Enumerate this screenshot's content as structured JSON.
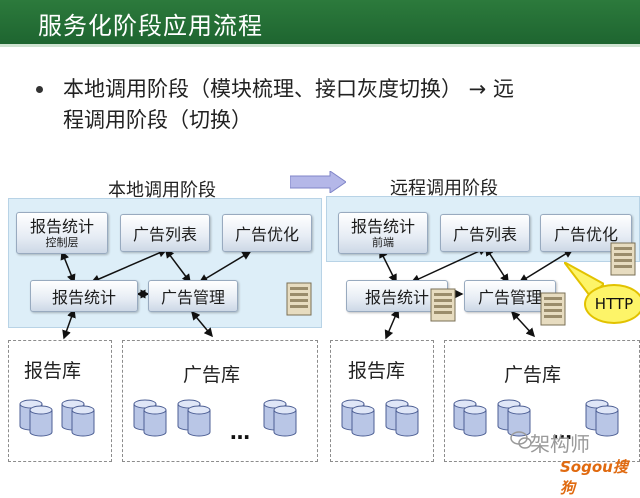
{
  "header": {
    "title": "服务化阶段应用流程"
  },
  "bullet": {
    "line1": "本地调用阶段（模块梳理、接口灰度切换） → 远",
    "line2": "程调用阶段（切换）"
  },
  "local": {
    "label": "本地调用阶段",
    "nodes": {
      "report_stats_control_main": "报告统计",
      "report_stats_control_sub": "控制层",
      "ad_list": "广告列表",
      "ad_optimize": "广告优化",
      "report_stats": "报告统计",
      "ad_manage": "广告管理"
    },
    "report_db": "报告库",
    "ad_db": "广告库",
    "ellipsis": "…"
  },
  "remote": {
    "label": "远程调用阶段",
    "nodes": {
      "report_stats_front_main": "报告统计",
      "report_stats_front_sub": "前端",
      "ad_list": "广告列表",
      "ad_optimize": "广告优化",
      "report_stats": "报告统计",
      "ad_manage": "广告管理"
    },
    "report_db": "报告库",
    "ad_db": "广告库",
    "ellipsis": "…",
    "http": "HTTP"
  },
  "watermark": {
    "text": "架构师",
    "brand": "Sogou搜狗"
  },
  "colors": {
    "header": "#1e6530",
    "phase_bg": "#ddeef8",
    "http": "#fdf468",
    "arrow": "#b4b7e8"
  }
}
